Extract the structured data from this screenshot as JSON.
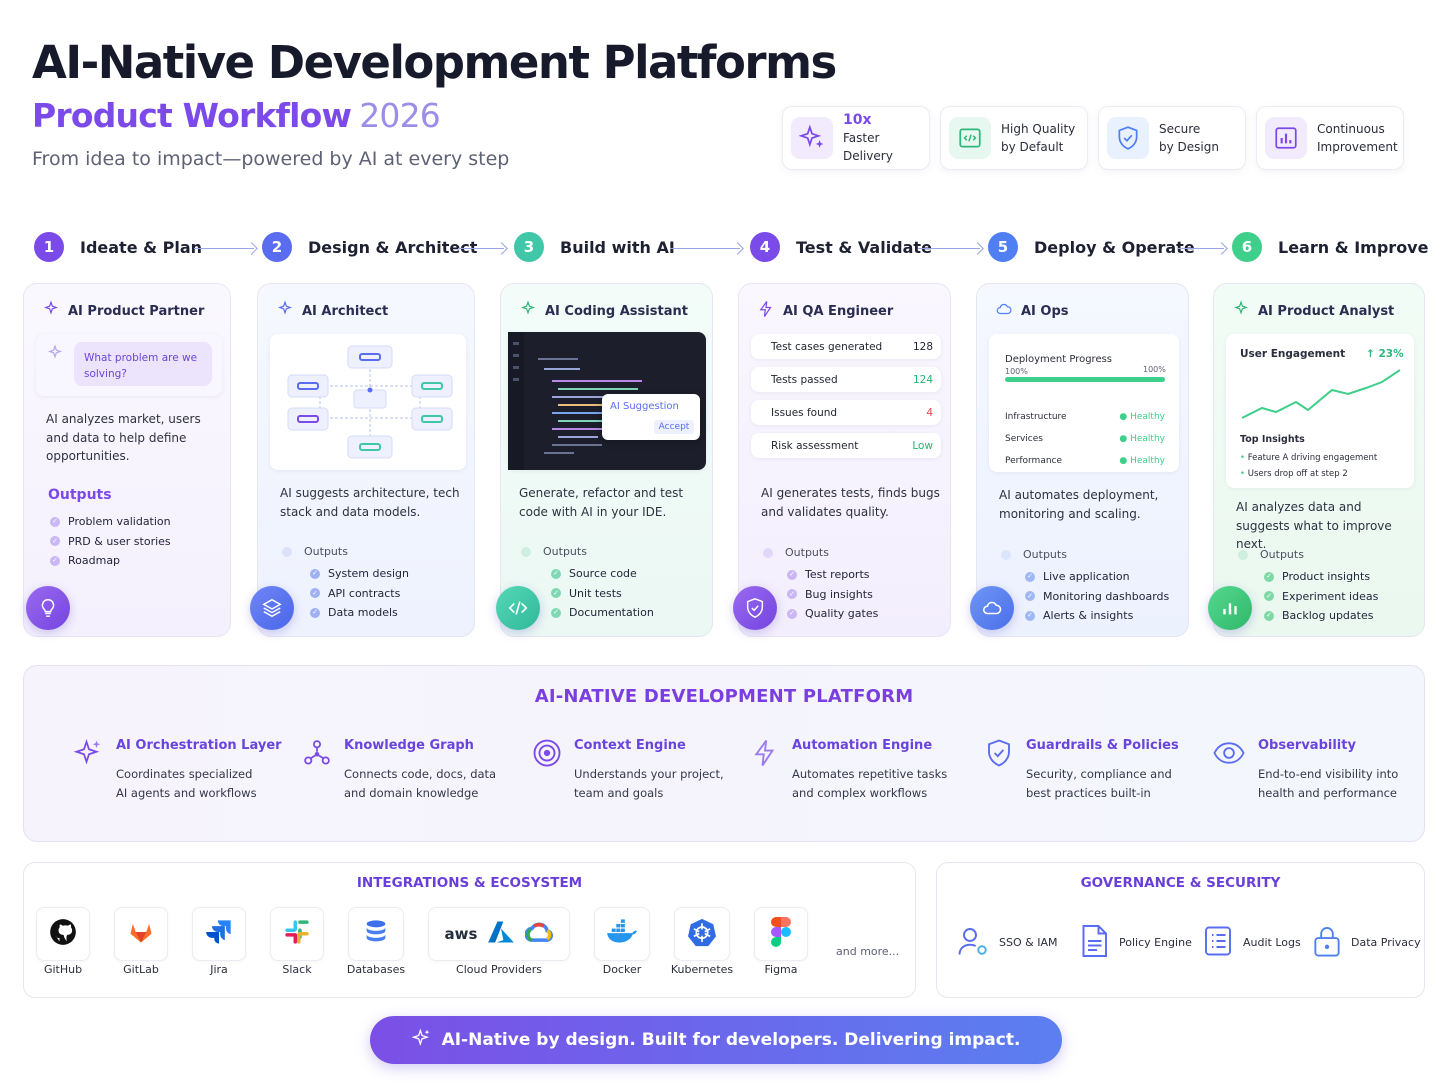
{
  "header": {
    "title": "AI-Native Development Platforms",
    "subtitle_main": "Product Workflow",
    "subtitle_year": "2026",
    "tagline": "From idea to impact—powered by AI at every step"
  },
  "badges": [
    {
      "line1": "10x",
      "line2": "Faster Delivery",
      "icon": "sparkle-icon"
    },
    {
      "line1": "High Quality",
      "line2": "by Default",
      "icon": "code-check-icon"
    },
    {
      "line1": "Secure",
      "line2": "by Design",
      "icon": "shield-icon"
    },
    {
      "line1": "Continuous",
      "line2": "Improvement",
      "icon": "chart-icon"
    }
  ],
  "steps": [
    {
      "num": "1",
      "label": "Ideate & Plan",
      "color": "#7a4be8"
    },
    {
      "num": "2",
      "label": "Design & Architect",
      "color": "#5a6cf0"
    },
    {
      "num": "3",
      "label": "Build with AI",
      "color": "#3fc7a8"
    },
    {
      "num": "4",
      "label": "Test & Validate",
      "color": "#7a4be8"
    },
    {
      "num": "5",
      "label": "Deploy & Operate",
      "color": "#4f7ff2"
    },
    {
      "num": "6",
      "label": "Learn & Improve",
      "color": "#3ecf8a"
    }
  ],
  "cards": {
    "c1": {
      "title": "AI Product Partner",
      "bubble": "What problem are we solving?",
      "desc": "AI analyzes market, users and data to help define opportunities.",
      "outputs_label": "Outputs",
      "outputs": [
        "Problem validation",
        "PRD & user stories",
        "Roadmap"
      ]
    },
    "c2": {
      "title": "AI Architect",
      "desc": "AI suggests architecture, tech stack and data models.",
      "outputs_label": "Outputs",
      "outputs": [
        "System design",
        "API contracts",
        "Data models"
      ]
    },
    "c3": {
      "title": "AI Coding Assistant",
      "suggestion": "AI Suggestion",
      "accept": "Accept",
      "desc": "Generate, refactor and test code with AI in your IDE.",
      "outputs_label": "Outputs",
      "outputs": [
        "Source code",
        "Unit tests",
        "Documentation"
      ]
    },
    "c4": {
      "title": "AI QA Engineer",
      "metrics": [
        {
          "label": "Test cases generated",
          "value": "128",
          "color": "#2a2d3c"
        },
        {
          "label": "Tests passed",
          "value": "124",
          "color": "#22b573"
        },
        {
          "label": "Issues found",
          "value": "4",
          "color": "#e5484d"
        },
        {
          "label": "Risk assessment",
          "value": "Low",
          "color": "#22b573"
        }
      ],
      "desc": "AI generates tests, finds bugs and validates quality.",
      "outputs_label": "Outputs",
      "outputs": [
        "Test reports",
        "Bug insights",
        "Quality gates"
      ]
    },
    "c5": {
      "title": "AI Ops",
      "progress_label": "Deployment Progress",
      "progress_left": "100%",
      "progress_right": "100%",
      "progress": 1.0,
      "services": [
        {
          "name": "Infrastructure",
          "status": "Healthy"
        },
        {
          "name": "Services",
          "status": "Healthy"
        },
        {
          "name": "Performance",
          "status": "Healthy"
        }
      ],
      "desc": "AI automates deployment, monitoring and scaling.",
      "outputs_label": "Outputs",
      "outputs": [
        "Live application",
        "Monitoring dashboards",
        "Alerts & insights"
      ]
    },
    "c6": {
      "title": "AI Product Analyst",
      "engagement_label": "User Engagement",
      "engagement_value": "↑ 23%",
      "insights_title": "Top Insights",
      "insights": [
        "Feature A driving engagement",
        "Users drop off at step 2"
      ],
      "desc": "AI analyzes data and suggests what to improve next.",
      "outputs_label": "Outputs",
      "outputs": [
        "Product insights",
        "Experiment ideas",
        "Backlog updates"
      ]
    }
  },
  "platform": {
    "heading": "AI-NATIVE DEVELOPMENT PLATFORM",
    "items": [
      {
        "title": "AI Orchestration Layer",
        "d1": "Coordinates specialized",
        "d2": "AI agents and workflows"
      },
      {
        "title": "Knowledge Graph",
        "d1": "Connects code, docs, data",
        "d2": "and domain knowledge"
      },
      {
        "title": "Context Engine",
        "d1": "Understands your project,",
        "d2": "team and goals"
      },
      {
        "title": "Automation Engine",
        "d1": "Automates repetitive tasks",
        "d2": "and complex workflows"
      },
      {
        "title": "Guardrails & Policies",
        "d1": "Security, compliance and",
        "d2": "best practices built-in"
      },
      {
        "title": "Observability",
        "d1": "End-to-end visibility into",
        "d2": "health and performance"
      }
    ]
  },
  "integrations": {
    "heading": "INTEGRATIONS & ECOSYSTEM",
    "items": [
      "GitHub",
      "GitLab",
      "Jira",
      "Slack",
      "Databases",
      "Cloud Providers",
      "Docker",
      "Kubernetes",
      "Figma"
    ],
    "aws": "aws",
    "more": "and more..."
  },
  "governance": {
    "heading": "GOVERNANCE & SECURITY",
    "items": [
      "SSO & IAM",
      "Policy Engine",
      "Audit Logs",
      "Data Privacy"
    ]
  },
  "banner": "AI-Native by design. Built for developers. Delivering impact."
}
